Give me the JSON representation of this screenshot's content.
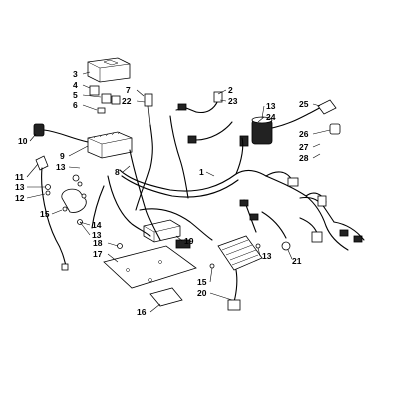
{
  "diagram": {
    "callouts": [
      {
        "id": "c3",
        "text": "3"
      },
      {
        "id": "c4",
        "text": "4"
      },
      {
        "id": "c5",
        "text": "5"
      },
      {
        "id": "c6",
        "text": "6"
      },
      {
        "id": "c7",
        "text": "7"
      },
      {
        "id": "c22a",
        "text": "22"
      },
      {
        "id": "c2",
        "text": "2"
      },
      {
        "id": "c23",
        "text": "23"
      },
      {
        "id": "c13a",
        "text": "13"
      },
      {
        "id": "c24",
        "text": "24"
      },
      {
        "id": "c25",
        "text": "25"
      },
      {
        "id": "c26",
        "text": "26"
      },
      {
        "id": "c27",
        "text": "27"
      },
      {
        "id": "c28",
        "text": "28"
      },
      {
        "id": "c10",
        "text": "10"
      },
      {
        "id": "c9",
        "text": "9"
      },
      {
        "id": "c13b",
        "text": "13"
      },
      {
        "id": "c8",
        "text": "8"
      },
      {
        "id": "c1",
        "text": "1"
      },
      {
        "id": "c11",
        "text": "11"
      },
      {
        "id": "c13c",
        "text": "13"
      },
      {
        "id": "c12",
        "text": "12"
      },
      {
        "id": "c15a",
        "text": "15"
      },
      {
        "id": "c14",
        "text": "14"
      },
      {
        "id": "c13d",
        "text": "13"
      },
      {
        "id": "c18",
        "text": "18"
      },
      {
        "id": "c17",
        "text": "17"
      },
      {
        "id": "c19",
        "text": "19"
      },
      {
        "id": "c13e",
        "text": "13"
      },
      {
        "id": "c21",
        "text": "21"
      },
      {
        "id": "c15b",
        "text": "15"
      },
      {
        "id": "c20",
        "text": "20"
      },
      {
        "id": "c16",
        "text": "16"
      }
    ]
  }
}
